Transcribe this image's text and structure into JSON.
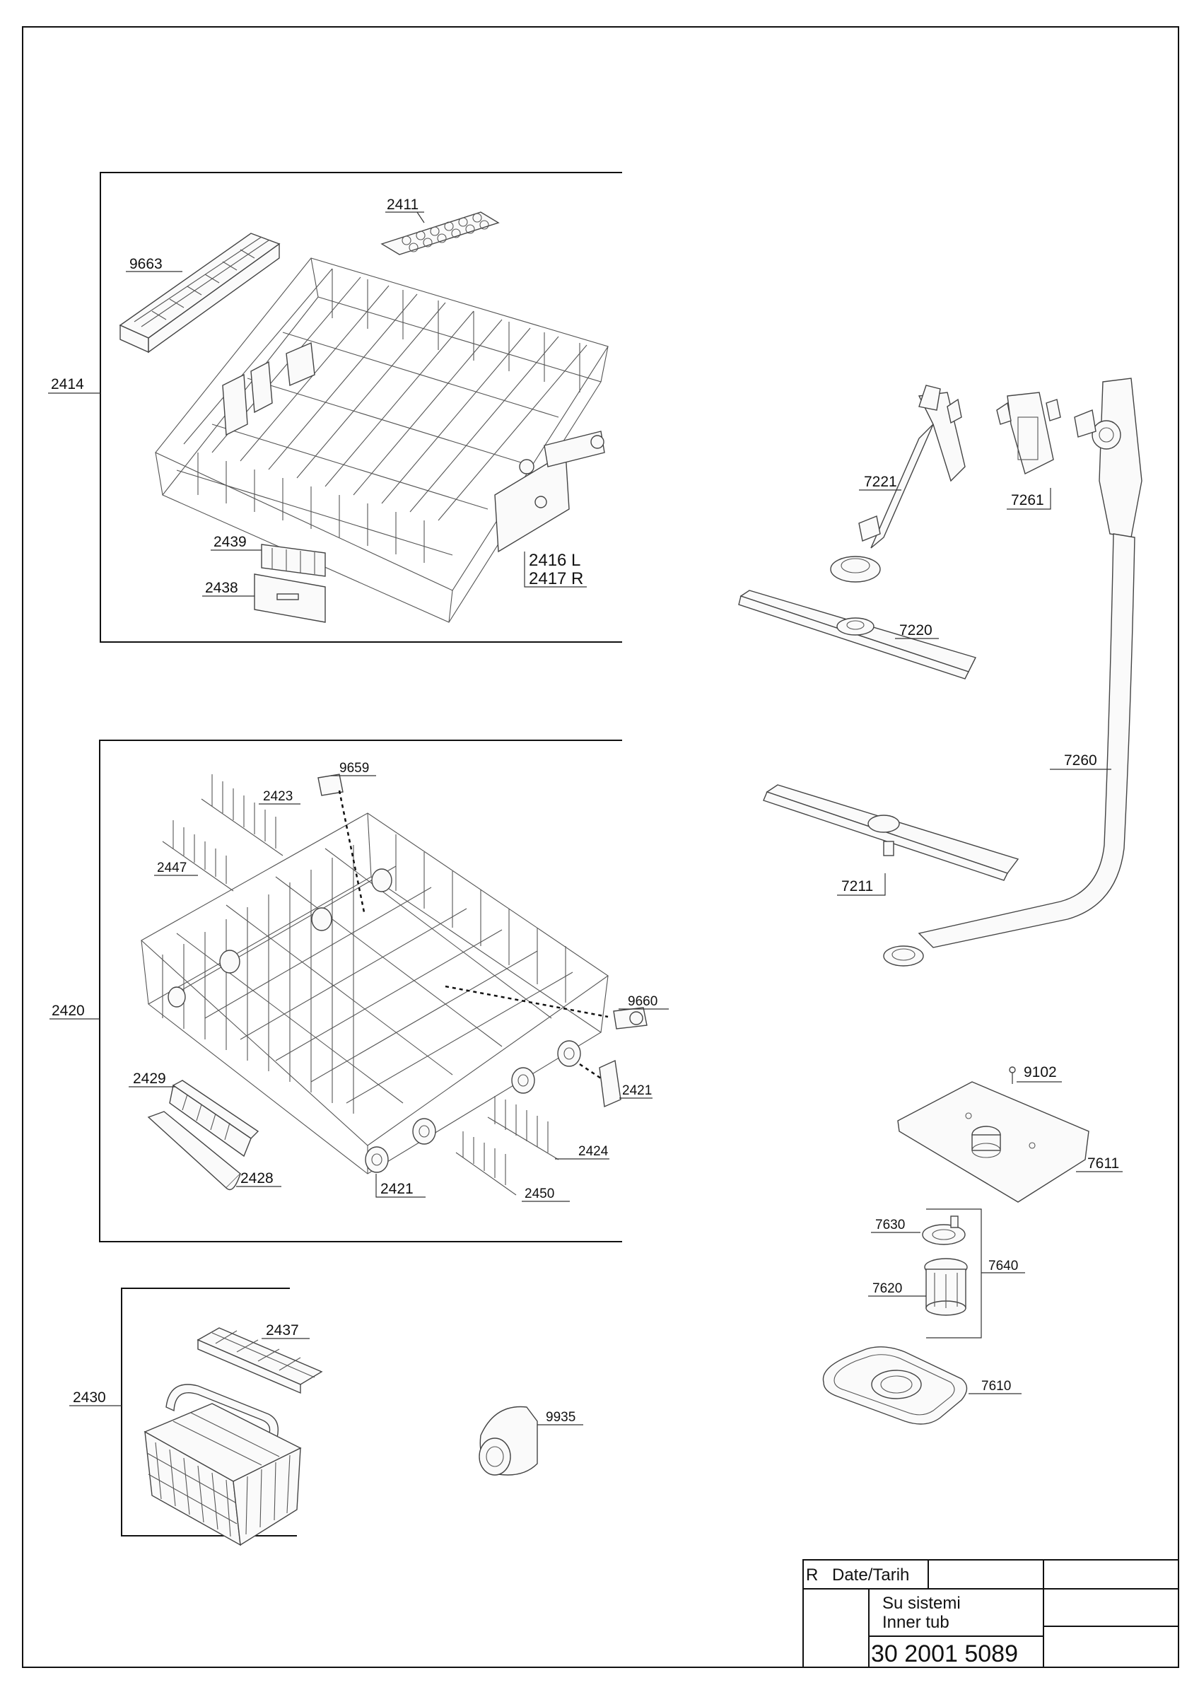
{
  "drawing": {
    "part_labels": {
      "p2411": "2411",
      "p9663": "9663",
      "p2414": "2414",
      "p2439": "2439",
      "p2438": "2438",
      "p2416": "2416 L",
      "p2417": "2417 R",
      "p9659": "9659",
      "p2423": "2423",
      "p2447": "2447",
      "p2420": "2420",
      "p9660": "9660",
      "p2429": "2429",
      "p2421a": "2421",
      "p2421b": "2421",
      "p2424": "2424",
      "p2428": "2428",
      "p2450": "2450",
      "p2437": "2437",
      "p2430": "2430",
      "p9935": "9935",
      "p7221": "7221",
      "p7261": "7261",
      "p7220": "7220",
      "p7260": "7260",
      "p7211": "7211",
      "p9102": "9102",
      "p7611": "7611",
      "p7630": "7630",
      "p7640": "7640",
      "p7620": "7620",
      "p7610": "7610"
    }
  },
  "title_block": {
    "revision_label": "R",
    "date_label": "Date/Tarih",
    "title_tr": "Su sistemi",
    "title_en": "Inner tub",
    "drawing_number": "30 2001 5089"
  }
}
